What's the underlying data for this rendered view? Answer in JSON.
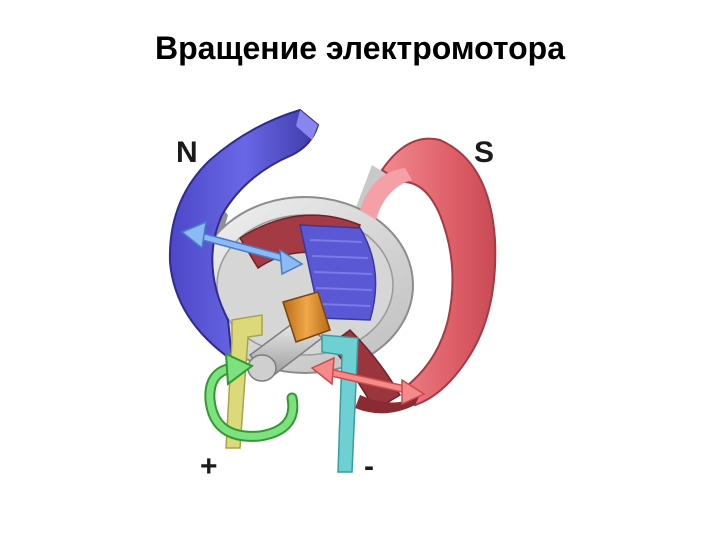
{
  "slide": {
    "title": "Вращение электромотора"
  },
  "diagram": {
    "label_north": "N",
    "label_south": "S",
    "label_plus": "+",
    "label_minus": "-",
    "colors": {
      "north_magnet": "#5b58d6",
      "south_magnet": "#e0606a",
      "armature_red": "#a33a44",
      "commutator": "#d98a2a",
      "brush_positive": "#dcd97a",
      "brush_negative": "#6fd0d4",
      "rotation_arrow": "#5ad65a",
      "force_arrow_blue": "#7fb0f0",
      "force_arrow_red": "#f07070"
    },
    "icons": [
      "rotation-arrow-icon",
      "force-arrow-icon"
    ]
  }
}
